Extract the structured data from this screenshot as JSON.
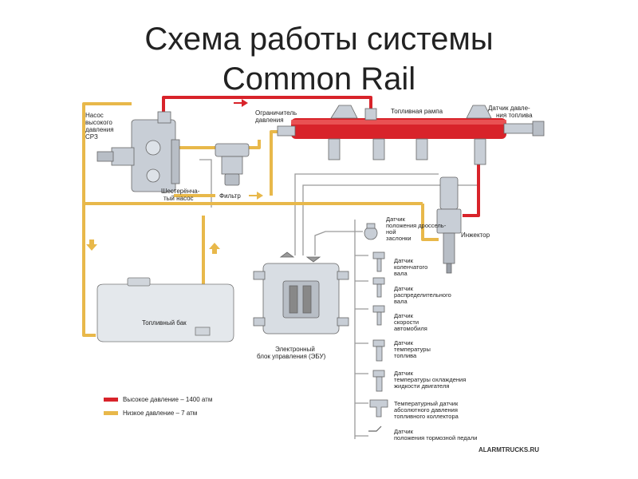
{
  "title": {
    "line1": "Схема работы системы",
    "line2": "Common Rail"
  },
  "labels": {
    "pump": [
      "Насос",
      "высокого",
      "давления",
      "СРЗ"
    ],
    "limiter": [
      "Ограничитель",
      "давления"
    ],
    "rail": "Топливная рампа",
    "rail_sensor": [
      "Датчик давле-",
      "ния топлива"
    ],
    "gear_pump": [
      "Шестерёнча-",
      "тый насос"
    ],
    "filter": "Фильтр",
    "injector": "Инжектор",
    "tank": "Топливный бак",
    "ecu": [
      "Электронный",
      "блок управления (ЭБУ)"
    ]
  },
  "sensors": [
    {
      "lines": [
        "Датчик",
        "положения дроссель-",
        "ной",
        "заслонки"
      ]
    },
    {
      "lines": [
        "Датчик",
        "коленчатого",
        "вала"
      ]
    },
    {
      "lines": [
        "Датчик",
        "распределительного",
        "вала"
      ]
    },
    {
      "lines": [
        "Датчик",
        "скорости",
        "автомобиля"
      ]
    },
    {
      "lines": [
        "Датчик",
        "температуры",
        "топлива"
      ]
    },
    {
      "lines": [
        "Датчик",
        "температуры охлаждения",
        "жидкости двигателя"
      ]
    },
    {
      "lines": [
        "Температурный датчик",
        "абсолютного давления",
        "топливного коллектора"
      ]
    },
    {
      "lines": [
        "Датчик",
        "положения тормозной педали"
      ]
    }
  ],
  "legend": [
    {
      "label": "Высокое давление – 1400 атм",
      "color": "#d8232a"
    },
    {
      "label": "Низкое давление – 7 атм",
      "color": "#e8b84a"
    }
  ],
  "brand": "ALARMTRUCKS.RU",
  "colors": {
    "high": "#d8232a",
    "low": "#e8b84a",
    "wire": "#9a9a9a",
    "part": "#c8ced6"
  }
}
